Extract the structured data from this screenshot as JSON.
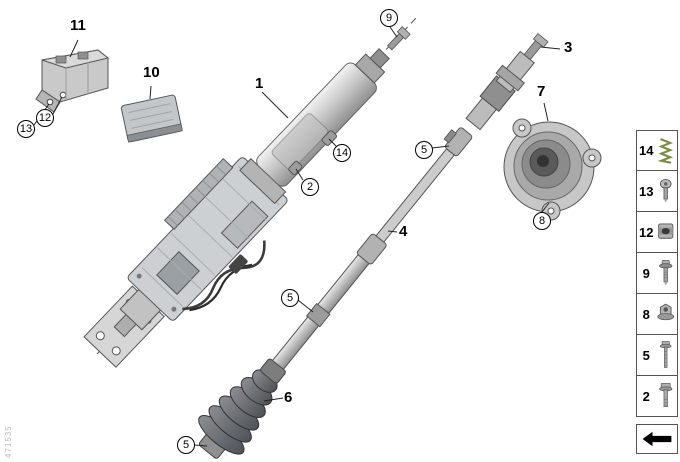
{
  "diagram": {
    "watermark": "471535",
    "callouts": {
      "n1": "1",
      "n2": "2",
      "n3": "3",
      "n4": "4",
      "n5a": "5",
      "n5b": "5",
      "n5c": "5",
      "n6": "6",
      "n7": "7",
      "n8": "8",
      "n9": "9",
      "n10": "10",
      "n11": "11",
      "n12": "12",
      "n13": "13",
      "n14": "14"
    }
  },
  "legend": {
    "items": [
      {
        "label": "14",
        "icon": "coil-spring-icon"
      },
      {
        "label": "13",
        "icon": "torx-screw-icon"
      },
      {
        "label": "12",
        "icon": "cage-nut-icon"
      },
      {
        "label": "9",
        "icon": "screw-icon"
      },
      {
        "label": "8",
        "icon": "flange-nut-icon"
      },
      {
        "label": "5",
        "icon": "long-bolt-icon"
      },
      {
        "label": "2",
        "icon": "bolt-icon"
      }
    ],
    "direction_box": {
      "icon": "direction-arrow-icon"
    }
  }
}
